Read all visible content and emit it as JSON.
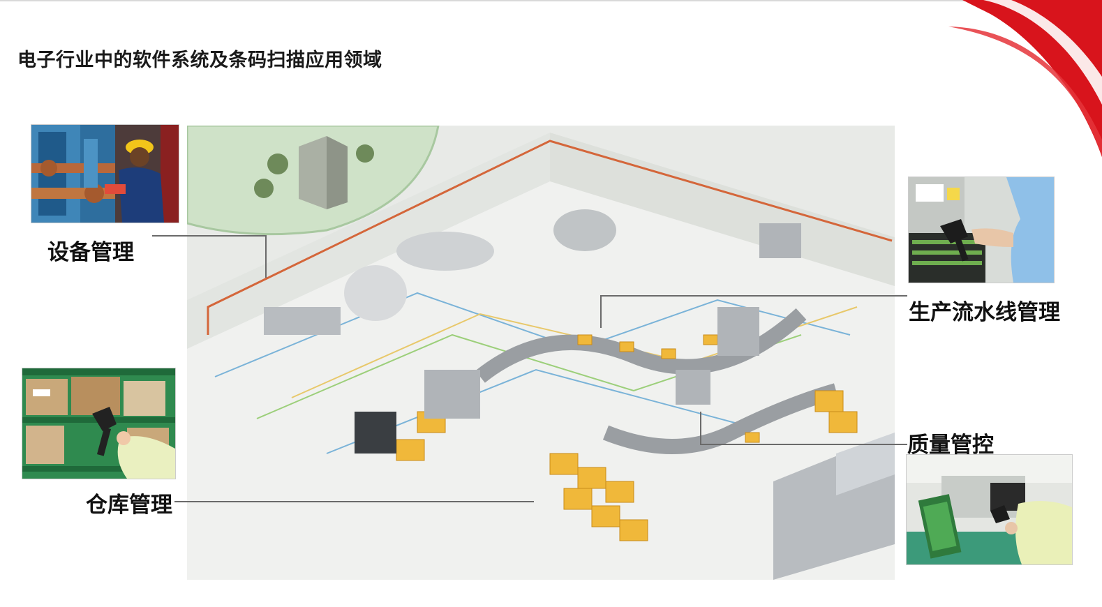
{
  "slide": {
    "title": "电子行业中的软件系统及条码扫描应用领域",
    "accent_color": "#d8141c"
  },
  "labels": {
    "equipment": "设备管理",
    "warehouse": "仓库管理",
    "production_line": "生产流水线管理",
    "quality": "质量管控"
  },
  "images": {
    "equipment": "worker-with-scanner-at-pipes",
    "warehouse": "barcode-scanner-at-shelves",
    "production_line": "barcode-scanner-at-assembly-line",
    "quality": "barcode-scanner-at-pcb-inspection",
    "center": "isometric-factory-overview"
  }
}
